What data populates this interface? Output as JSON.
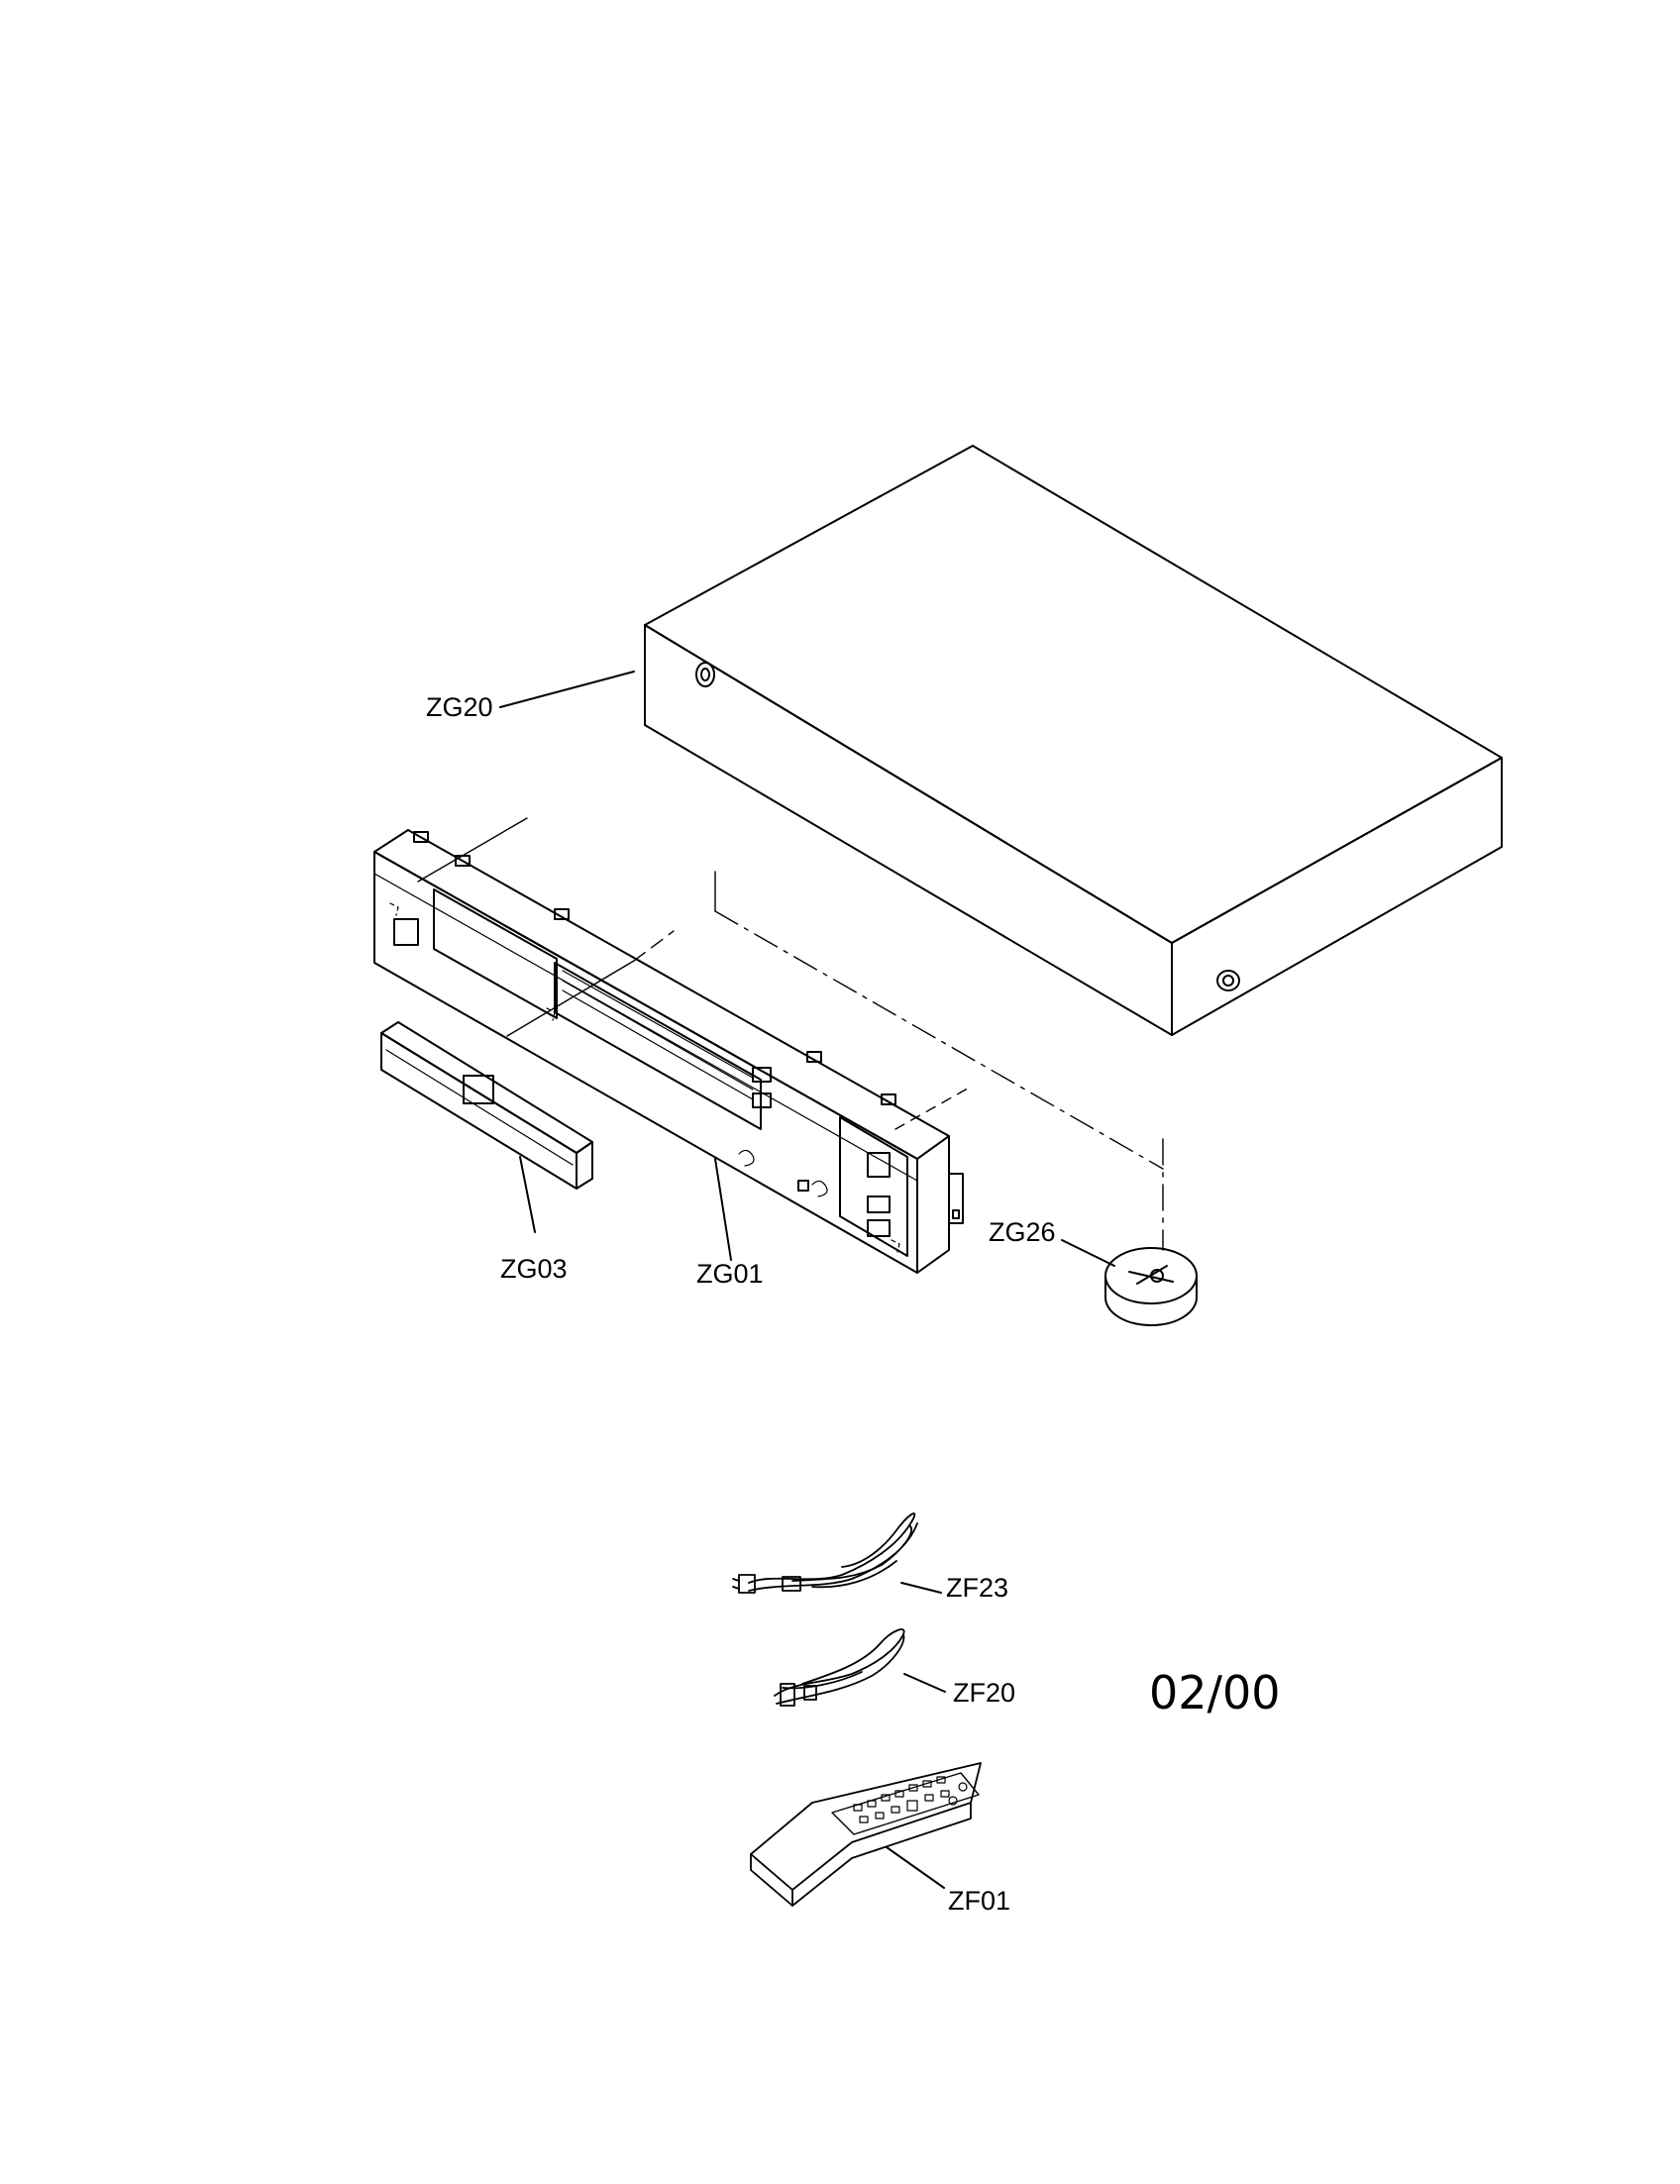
{
  "parts": {
    "zg20": "ZG20",
    "zg01": "ZG01",
    "zg03": "ZG03",
    "zg26": "ZG26",
    "zf23": "ZF23",
    "zf20": "ZF20",
    "zf01": "ZF01"
  },
  "revision_date": "02/00"
}
